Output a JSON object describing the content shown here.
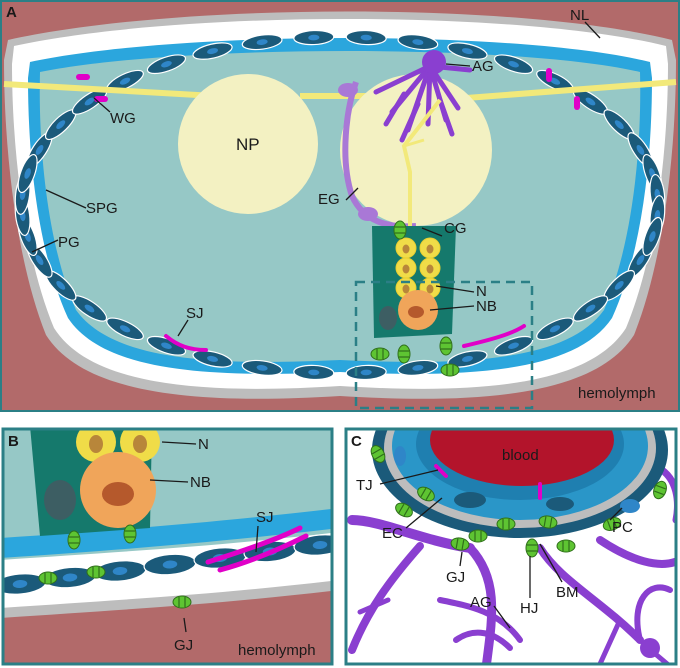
{
  "panels": {
    "a": {
      "letter": "A",
      "labels": {
        "nl": "NL",
        "ag": "AG",
        "wg": "WG",
        "np": "NP",
        "spg": "SPG",
        "pg": "PG",
        "eg": "EG",
        "cg": "CG",
        "n": "N",
        "nb": "NB",
        "sj": "SJ",
        "hemolymph": "hemolymph"
      }
    },
    "b": {
      "letter": "B",
      "labels": {
        "n": "N",
        "nb": "NB",
        "sj": "SJ",
        "gj": "GJ",
        "hemolymph": "hemolymph"
      }
    },
    "c": {
      "letter": "C",
      "labels": {
        "blood": "blood",
        "tj": "TJ",
        "ec": "EC",
        "gj": "GJ",
        "hj": "HJ",
        "bm": "BM",
        "pc": "PC",
        "ag": "AG"
      }
    }
  },
  "colors": {
    "hemolymph": "#b26a6a",
    "neuropil_fluid": "#96c8c6",
    "neuropil": "#f3f1c2",
    "perineurial_cell": "#1b5a7a",
    "nucleus": "#2f86c8",
    "pg_layer": "#2ba6dd",
    "sealer_white": "#ffffff",
    "nl_gray": "#bdbdbd",
    "septate_junction": "#e000c8",
    "gap_junction": "#5ec432",
    "astrocyte_glia": "#8a3fd0",
    "ensheathing_glia": "#a978d6",
    "wrapping_glia": "#f2e97a",
    "cortex_glia": "#15796c",
    "neuron": "#f0dc48",
    "neuroblast": "#f0a55a",
    "blood": "#b3142b",
    "frame": "#2b7f86"
  }
}
